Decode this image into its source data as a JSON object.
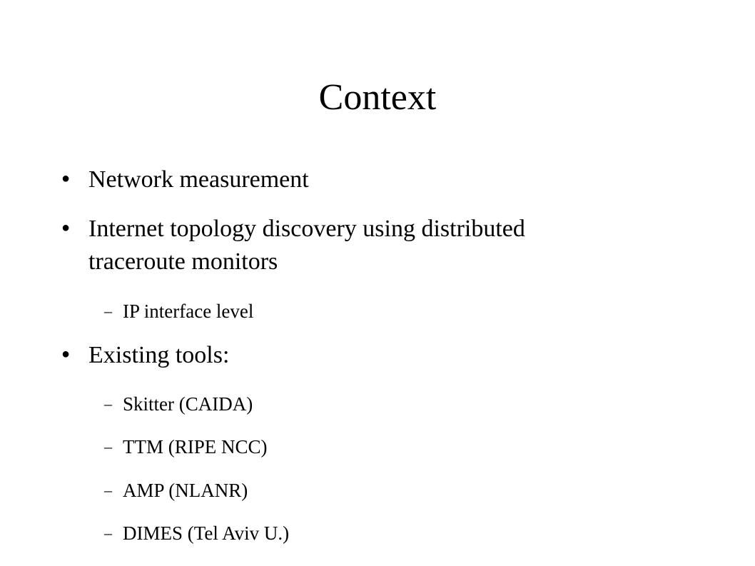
{
  "slide": {
    "title": "Context",
    "bullets": [
      {
        "marker": "●",
        "text": "Network measurement"
      },
      {
        "marker": "●",
        "line1": "Internet topology discovery using distributed",
        "line2": "traceroute monitors"
      },
      {
        "marker": "–",
        "text": "IP interface level"
      },
      {
        "marker": "●",
        "text": "Existing tools:"
      },
      {
        "marker": "–",
        "text": "Skitter (CAIDA)"
      },
      {
        "marker": "–",
        "text": "TTM (RIPE NCC)"
      },
      {
        "marker": "–",
        "text": "AMP (NLANR)"
      },
      {
        "marker": "–",
        "text": "DIMES (Tel Aviv U.)"
      }
    ]
  }
}
